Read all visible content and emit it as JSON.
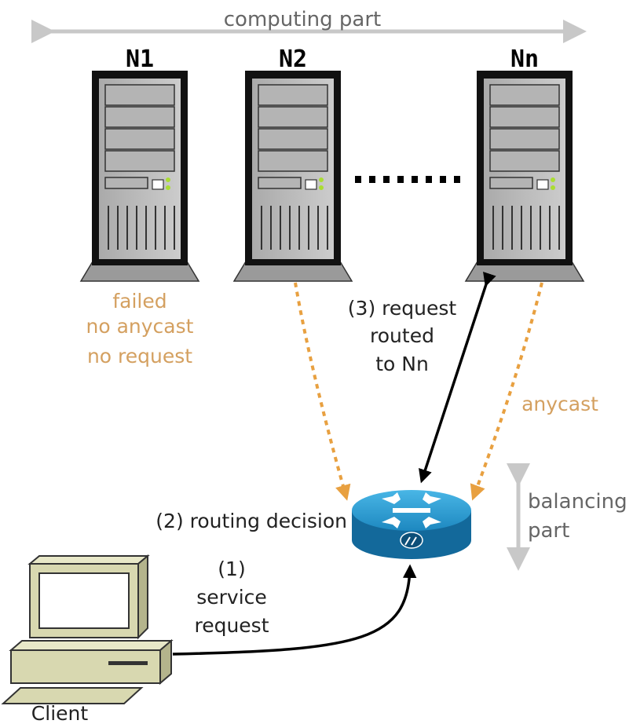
{
  "computing_part_label": "computing part",
  "nodes": [
    {
      "name": "N1"
    },
    {
      "name": "N2"
    },
    {
      "name": "Nn"
    }
  ],
  "failed_node": {
    "lines": [
      "failed",
      "no anycast",
      "no request"
    ]
  },
  "request_routed": {
    "lines": [
      "(3) request",
      "routed",
      "to Nn"
    ]
  },
  "anycast_label": "anycast",
  "routing_decision_label": "(2) routing decision",
  "balancing_part": {
    "lines": [
      "balancing",
      "part"
    ]
  },
  "service_request": {
    "lines": [
      "(1)",
      "service",
      "request"
    ]
  },
  "client_label": "Client",
  "colors": {
    "orange": "#e0a050",
    "gray_arrow": "#c8c8c8",
    "router_blue": "#1f90c8",
    "server_dark": "#1a1a1a",
    "client_beige": "#d8d8b0"
  }
}
